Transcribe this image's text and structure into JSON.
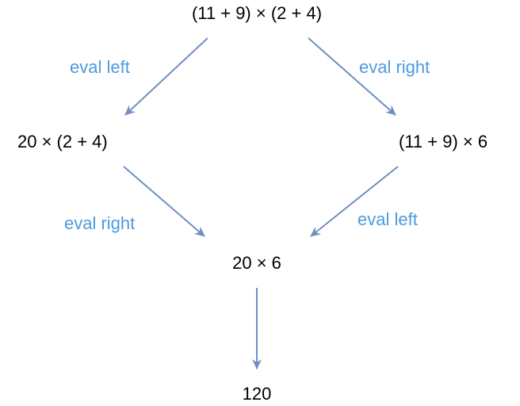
{
  "colors": {
    "node_text": "#000000",
    "edge_label": "#4a9be0",
    "arrow": "#6f8fbf"
  },
  "nodes": {
    "root": "(11 + 9) × (2 + 4)",
    "left": "20 × (2 + 4)",
    "right": "(11 + 9) × 6",
    "middle": "20 × 6",
    "final": "120"
  },
  "edges": [
    {
      "from": "root",
      "to": "left",
      "label": "eval left"
    },
    {
      "from": "root",
      "to": "right",
      "label": "eval right"
    },
    {
      "from": "left",
      "to": "middle",
      "label": "eval right"
    },
    {
      "from": "right",
      "to": "middle",
      "label": "eval left"
    },
    {
      "from": "middle",
      "to": "final",
      "label": ""
    }
  ]
}
